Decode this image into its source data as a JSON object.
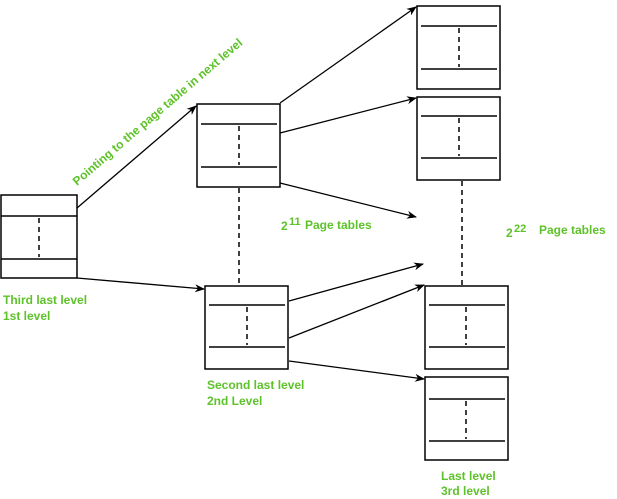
{
  "diagram": {
    "title": "Multi-level page table",
    "colors": {
      "label": "#5ec22a",
      "stroke": "#000000",
      "background": "#ffffff"
    },
    "arrow_label": "Pointing to the page table in next level",
    "levels": [
      {
        "id": "level1",
        "line1": "Third last level",
        "line2": "1st level"
      },
      {
        "id": "level2",
        "line1": "Second last level",
        "line2": "2nd Level"
      },
      {
        "id": "level3",
        "line1": "Last level",
        "line2": "3rd level"
      }
    ],
    "counts": [
      {
        "id": "level2-count",
        "base": "2",
        "exponent": "11",
        "text": "Page tables"
      },
      {
        "id": "level3-count",
        "base": "2",
        "exponent": "22",
        "text": "Page tables"
      }
    ],
    "tables": [
      {
        "id": "l1-table",
        "level": 1
      },
      {
        "id": "l2-table-first",
        "level": 2
      },
      {
        "id": "l2-table-last",
        "level": 2
      },
      {
        "id": "l3-table-1",
        "level": 3
      },
      {
        "id": "l3-table-2",
        "level": 3
      },
      {
        "id": "l3-table-n-1",
        "level": 3
      },
      {
        "id": "l3-table-n",
        "level": 3
      }
    ]
  }
}
